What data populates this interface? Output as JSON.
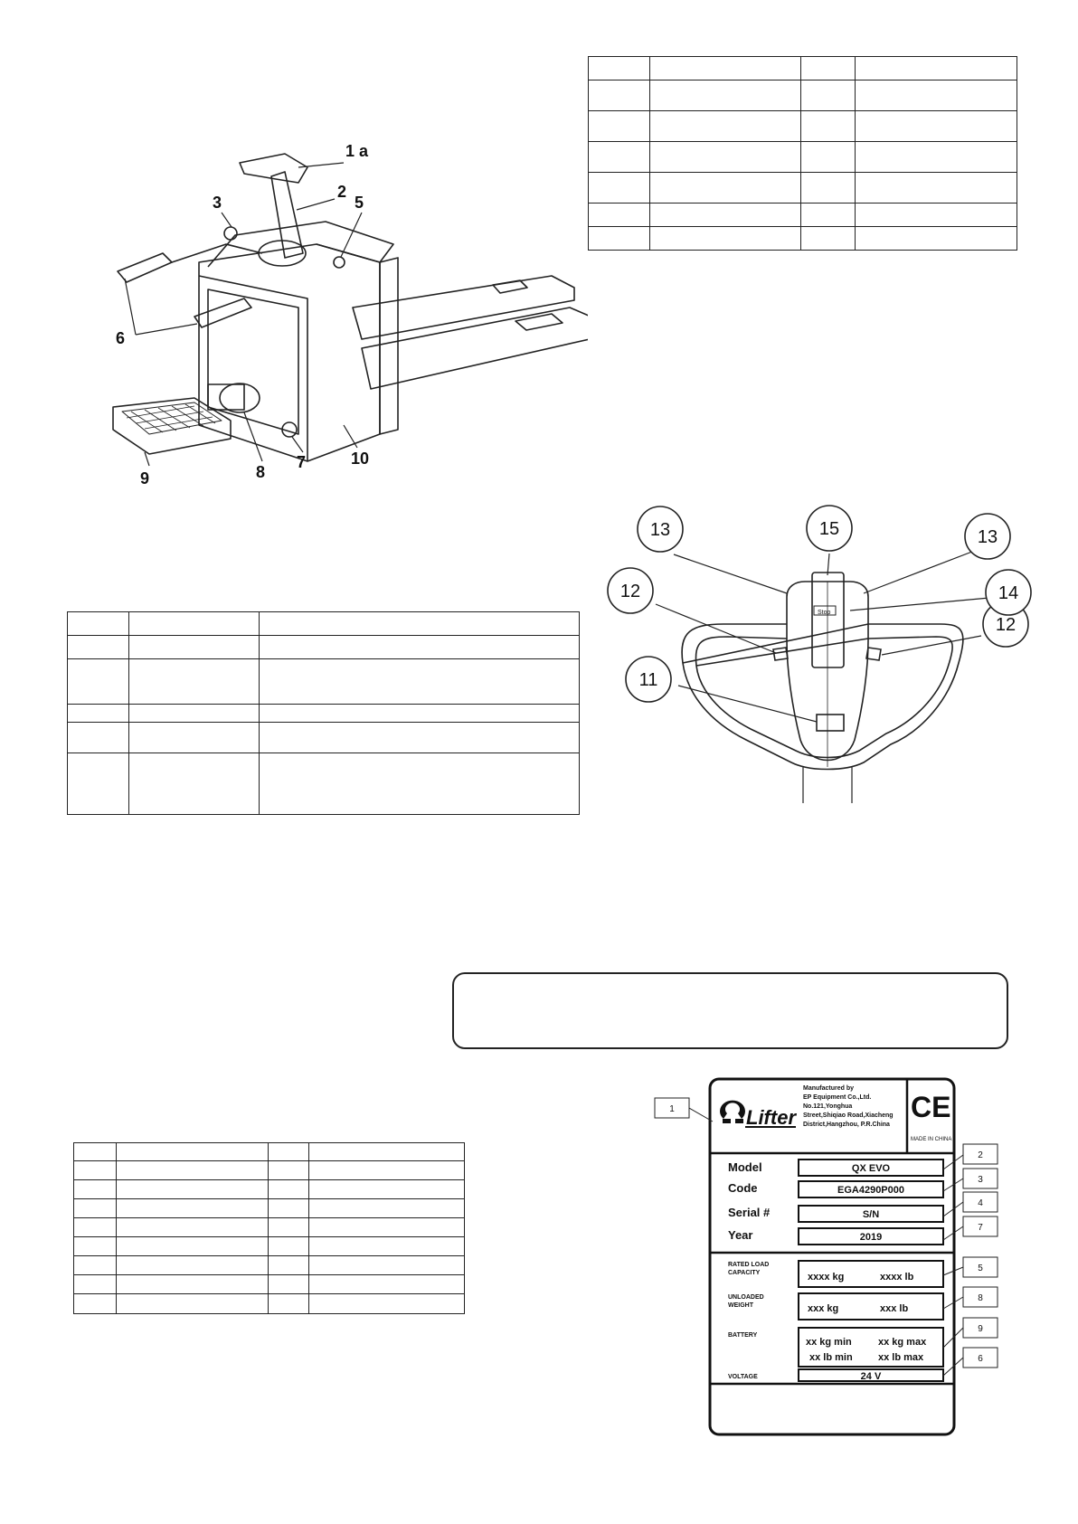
{
  "truck_figure": {
    "callouts": [
      "1 a",
      "2",
      "3",
      "5",
      "6",
      "7",
      "8",
      "9",
      "10"
    ]
  },
  "handle_figure": {
    "callouts": [
      "11",
      "12",
      "12",
      "13",
      "13",
      "14",
      "15"
    ],
    "button_text": "Stop"
  },
  "nameplate": {
    "manufacturer_lines": [
      "Manufactured by",
      "EP Equipment Co.,Ltd.",
      "No.121,Yonghua",
      "Street,Shiqiao Road,Xiacheng",
      "District,Hangzhou, P.R.China"
    ],
    "brand": "Lifter",
    "ce_mark": "CE",
    "made_in": "MADE IN CHINA",
    "fields": {
      "model_label": "Model",
      "model_value": "QX EVO",
      "code_label": "Code",
      "code_value": "EGA4290P000",
      "serial_label": "Serial #",
      "serial_value": "S/N",
      "year_label": "Year",
      "year_value": "2019",
      "rated_label_1": "RATED LOAD",
      "rated_label_2": "CAPACITY",
      "rated_kg": "xxxx kg",
      "rated_lb": "xxxx lb",
      "unloaded_label_1": "UNLOADED",
      "unloaded_label_2": "WEIGHT",
      "unloaded_kg": "xxx kg",
      "unloaded_lb": "xxx lb",
      "battery_label": "BATTERY",
      "battery_kg_min": "xx kg min",
      "battery_kg_max": "xx kg max",
      "battery_lb_min": "xx lb min",
      "battery_lb_max": "xx lb max",
      "voltage_label": "VOLTAGE",
      "voltage_value": "24 V"
    },
    "callouts": [
      "1",
      "2",
      "3",
      "4",
      "7",
      "5",
      "8",
      "9",
      "6"
    ]
  },
  "tables": {
    "top_right": {
      "columns": 4,
      "rows": 7
    },
    "middle_left": {
      "columns": 3,
      "rows": 6
    },
    "bottom_left": {
      "columns": 4,
      "rows": 9
    }
  }
}
